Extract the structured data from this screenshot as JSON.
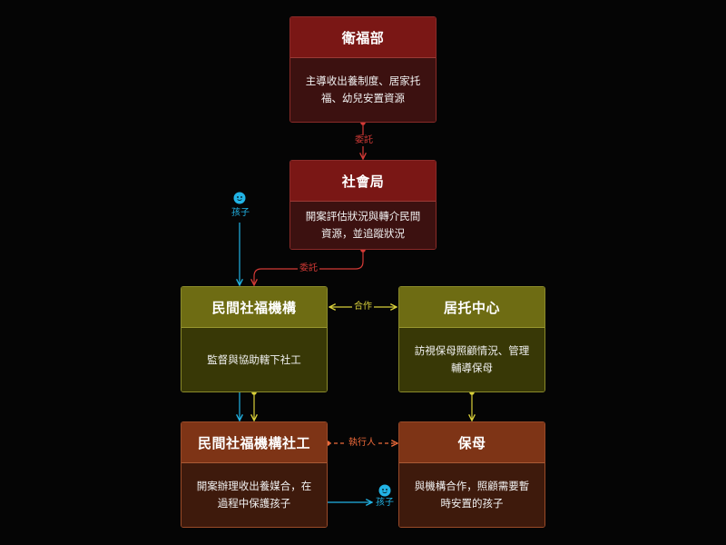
{
  "nodes": {
    "mohw": {
      "title": "衛福部",
      "desc": "主導收出養制度、居家托福、幼兒安置資源"
    },
    "social_bureau": {
      "title": "社會局",
      "desc": "開案評估狀況與轉介民間資源，並追蹤狀況"
    },
    "private_agency": {
      "title": "民間社福機構",
      "desc": "監督與協助轄下社工"
    },
    "childcare_center": {
      "title": "居托中心",
      "desc": "訪視保母照顧情況、管理輔導保母"
    },
    "agency_social_worker": {
      "title": "民間社福機構社工",
      "desc": "開案辦理收出養媒合，在過程中保護孩子"
    },
    "nanny": {
      "title": "保母",
      "desc": "與機構合作，照顧需要暫時安置的孩子"
    }
  },
  "edges": {
    "mohw_to_bureau": "委託",
    "bureau_to_agency": "委託",
    "agency_center": "合作",
    "worker_nanny": "執行人",
    "child_label_top": "孩子",
    "child_label_bottom": "孩子"
  },
  "colors": {
    "red": "#d43a36",
    "yellow": "#d8cf3a",
    "orange": "#ee6a3a",
    "cyan": "#22b4e6"
  },
  "icons": [
    "child-face-icon"
  ]
}
